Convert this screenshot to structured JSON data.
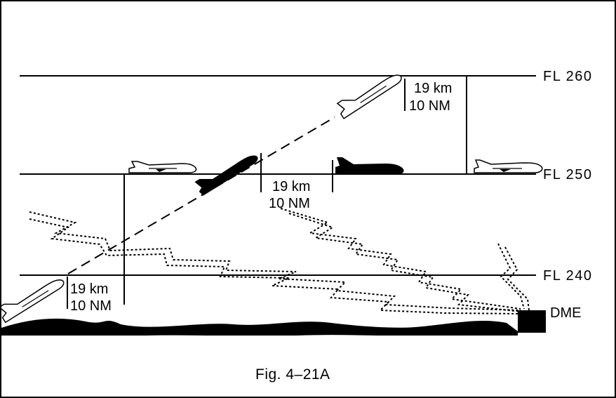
{
  "flight_levels": {
    "fl260": "FL 260",
    "fl250": "FL 250",
    "fl240": "FL 240"
  },
  "distances": {
    "left": {
      "km": "19 km",
      "nm": "10 NM"
    },
    "middle": {
      "km": "19 km",
      "nm": "10 NM"
    },
    "top": {
      "km": "19 km",
      "nm": "10 NM"
    }
  },
  "station_label": "DME",
  "caption": "Fig. 4–21A",
  "colors": {
    "ink": "#000000",
    "paper": "#ffffff"
  }
}
